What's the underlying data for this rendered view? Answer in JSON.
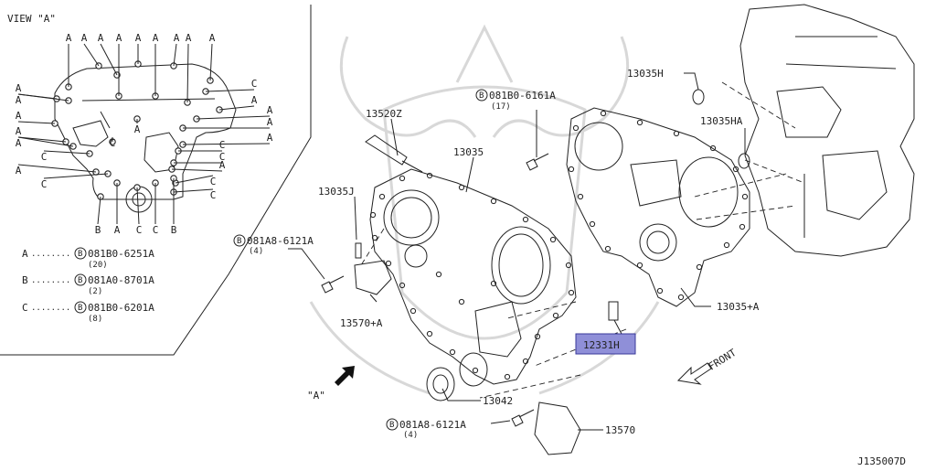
{
  "colors": {
    "highlight": "#8f8fd8",
    "highlight_border": "#3a3a9a",
    "ink": "#222222"
  },
  "view_label": "VIEW \"A\"",
  "view_arrow_label": "\"A\"",
  "front_label": "FRONT",
  "diagram_id": "J135007D",
  "letters": {
    "a": "A",
    "b": "B",
    "c": "C"
  },
  "legend": [
    {
      "letter": "A",
      "dots": "........",
      "part": "081B0-6251A",
      "qty": "(20)"
    },
    {
      "letter": "B",
      "dots": "........",
      "part": "081A0-8701A",
      "qty": "(2)"
    },
    {
      "letter": "C",
      "dots": "........",
      "part": "081B0-6201A",
      "qty": "(8)"
    }
  ],
  "callouts": {
    "bolt_top": {
      "part": "081B0-6161A",
      "qty": "(17)"
    },
    "bolt_left": {
      "part": "081A8-6121A",
      "qty": "(4)"
    },
    "bolt_bottom": {
      "part": "081A8-6121A",
      "qty": "(4)"
    },
    "p13520z": "13520Z",
    "p13035": "13035",
    "p13035j": "13035J",
    "p13035h": "13035H",
    "p13035ha": "13035HA",
    "p13035a": "13035+A",
    "p13570a": "13570+A",
    "p12331h": "12331H",
    "p13042": "13042",
    "p13570": "13570"
  },
  "bolt_symbol": "B"
}
